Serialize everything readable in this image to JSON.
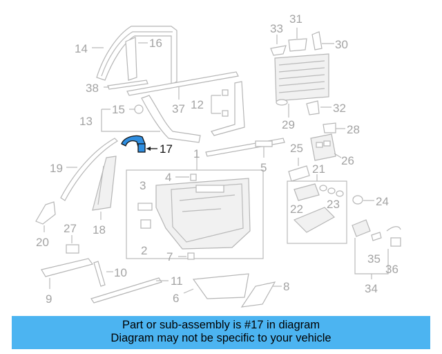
{
  "callouts": {
    "c1": "1",
    "c2": "2",
    "c3": "3",
    "c4": "4",
    "c5": "5",
    "c6": "6",
    "c7": "7",
    "c8": "8",
    "c9": "9",
    "c10": "10",
    "c11": "11",
    "c12": "12",
    "c13": "13",
    "c14": "14",
    "c15": "15",
    "c16": "16",
    "c17": "17",
    "c18": "18",
    "c19": "19",
    "c20": "20",
    "c21": "21",
    "c22": "22",
    "c23": "23",
    "c24": "24",
    "c25": "25",
    "c26": "26",
    "c27": "27",
    "c28": "28",
    "c29": "29",
    "c30": "30",
    "c31": "31",
    "c32": "32",
    "c33": "33",
    "c34": "34",
    "c35": "35",
    "c36": "36",
    "c37": "37",
    "c38": "38"
  },
  "highlight": {
    "part": "17",
    "color": "#2f8ee0"
  },
  "banner": {
    "line1": "Part or sub-assembly is #17 in diagram",
    "line2": "Diagram may not be specific to your vehicle",
    "color": "#4cb4f1"
  }
}
